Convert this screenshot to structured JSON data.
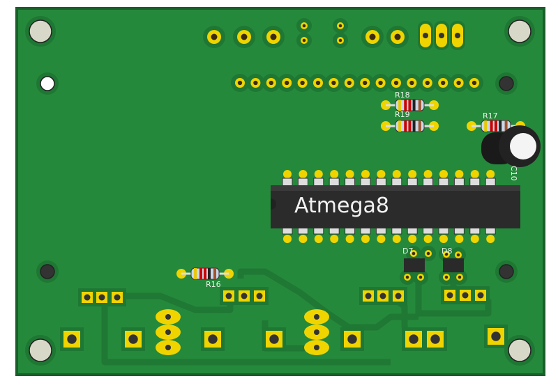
{
  "board": {
    "ic_label": "Atmega8",
    "resistors": [
      "R18",
      "R19",
      "R17",
      "R16"
    ],
    "diodes": [
      "D7",
      "D8"
    ],
    "capacitor": "C10"
  },
  "colors": {
    "board": "#23883a",
    "board_edge": "#1a6b2c",
    "trace": "#1e7a33",
    "pad": "#f0d400",
    "ic_body": "#2b2b2b"
  }
}
